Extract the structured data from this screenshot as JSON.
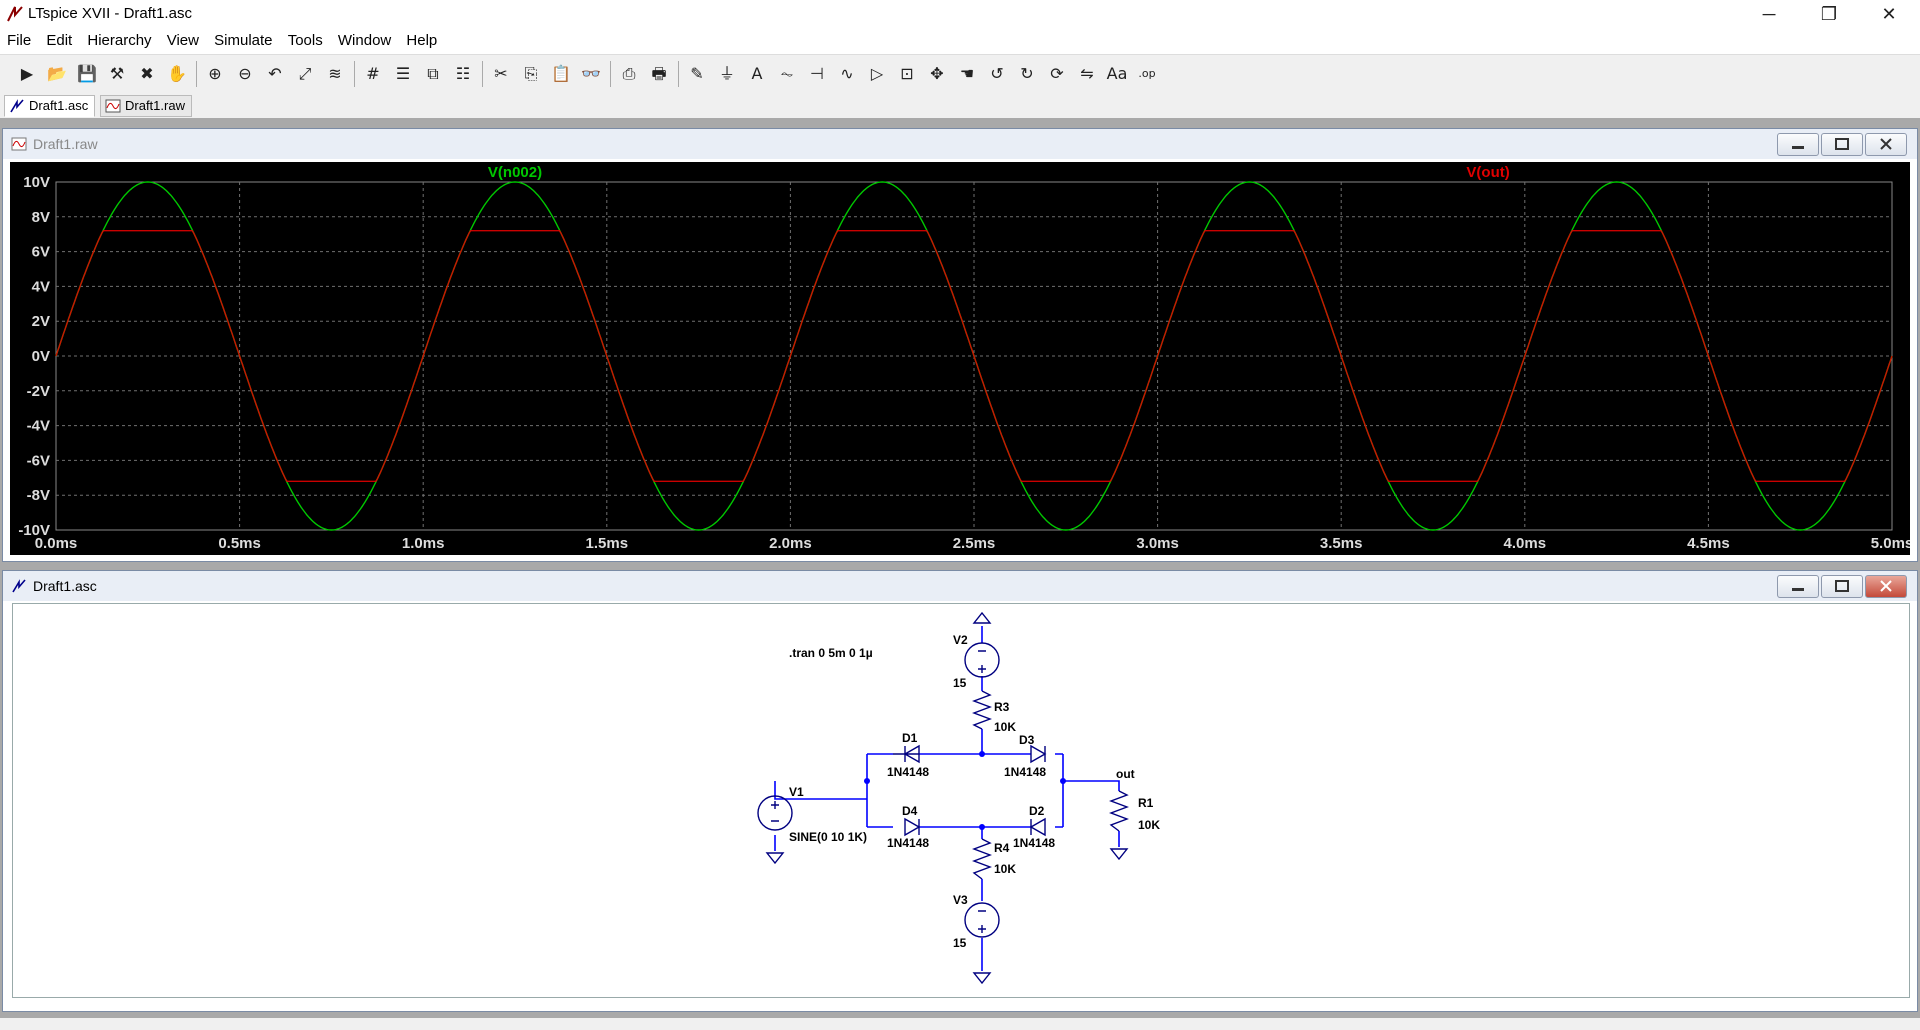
{
  "window": {
    "title": "LTspice XVII - Draft1.asc",
    "minimize": "─",
    "maximize": "❐",
    "close": "✕"
  },
  "menu": [
    "File",
    "Edit",
    "Hierarchy",
    "View",
    "Simulate",
    "Tools",
    "Window",
    "Help"
  ],
  "toolbar_icons": [
    "run-icon",
    "open-icon",
    "save-icon",
    "control-panel-icon",
    "halt-icon",
    "pan-icon",
    "zoom-in-icon",
    "zoom-out-icon",
    "zoom-back-icon",
    "zoom-fit-icon",
    "autorange-icon",
    "grid-icon",
    "tile-horizontal-icon",
    "cascade-icon",
    "tile-vertical-icon",
    "cut-icon",
    "copy-icon",
    "paste-icon",
    "find-icon",
    "print-icon",
    "print-preview-icon",
    "draw-wire-icon",
    "ground-icon",
    "label-net-icon",
    "resistor-icon",
    "capacitor-icon",
    "inductor-icon",
    "diode-icon",
    "component-icon",
    "move-icon",
    "drag-icon",
    "undo-icon",
    "redo-icon",
    "rotate-icon",
    "mirror-icon",
    "text-icon",
    "spice-directive-icon"
  ],
  "tabs": [
    {
      "label": "Draft1.asc",
      "icon": "schematic-icon"
    },
    {
      "label": "Draft1.raw",
      "icon": "waveform-icon"
    }
  ],
  "plot_window": {
    "title": "Draft1.raw"
  },
  "schematic_window": {
    "title": "Draft1.asc"
  },
  "chart_data": {
    "type": "line",
    "title": "",
    "xlabel": "",
    "ylabel": "",
    "xlim": [
      0,
      5
    ],
    "ylim": [
      -10,
      10
    ],
    "x_unit": "ms",
    "x_ticks": [
      "0.0ms",
      "0.5ms",
      "1.0ms",
      "1.5ms",
      "2.0ms",
      "2.5ms",
      "3.0ms",
      "3.5ms",
      "4.0ms",
      "4.5ms",
      "5.0ms"
    ],
    "y_ticks": [
      "10V",
      "8V",
      "6V",
      "4V",
      "2V",
      "0V",
      "-2V",
      "-4V",
      "-6V",
      "-8V",
      "-10V"
    ],
    "grid": true,
    "legend": "top",
    "series": [
      {
        "name": "V(n002)",
        "color": "#00c800",
        "function": "10*sin(2*pi*1000*t)",
        "amplitude": 10,
        "frequency_hz": 1000
      },
      {
        "name": "V(out)",
        "color": "#e00000",
        "function": "clip(10*sin(2*pi*1000*t), -7.2, 7.2)",
        "amplitude": 10,
        "clip_level": 7.2,
        "frequency_hz": 1000
      }
    ],
    "background": "#000000"
  },
  "schematic": {
    "directive": ".tran 0 5m 0 1µ",
    "components": {
      "V1": {
        "name": "V1",
        "value": "SINE(0 10 1K)"
      },
      "V2": {
        "name": "V2",
        "value": "15"
      },
      "V3": {
        "name": "V3",
        "value": "15"
      },
      "R1": {
        "name": "R1",
        "value": "10K"
      },
      "R3": {
        "name": "R3",
        "value": "10K"
      },
      "R4": {
        "name": "R4",
        "value": "10K"
      },
      "D1": {
        "name": "D1",
        "value": "1N4148"
      },
      "D2": {
        "name": "D2",
        "value": "1N4148"
      },
      "D3": {
        "name": "D3",
        "value": "1N4148"
      },
      "D4": {
        "name": "D4",
        "value": "1N4148"
      }
    },
    "net_label": "out",
    "wire_color": "#0000ff",
    "symbol_color": "#000080"
  }
}
